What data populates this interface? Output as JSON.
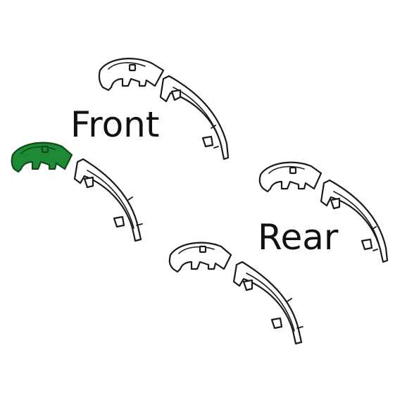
{
  "labels": {
    "front": "Front",
    "rear": "Rear"
  },
  "colors": {
    "highlight": "#1e8a35",
    "outline": "#1a1a1a",
    "background": "#ffffff"
  },
  "parts": [
    {
      "group": "front-upper",
      "piece": "corner",
      "highlighted": false
    },
    {
      "group": "front-upper",
      "piece": "side",
      "highlighted": false
    },
    {
      "group": "front-lower",
      "piece": "corner",
      "highlighted": true
    },
    {
      "group": "front-lower",
      "piece": "side",
      "highlighted": false
    },
    {
      "group": "rear-upper",
      "piece": "corner",
      "highlighted": false
    },
    {
      "group": "rear-upper",
      "piece": "side",
      "highlighted": false
    },
    {
      "group": "rear-lower",
      "piece": "corner",
      "highlighted": false
    },
    {
      "group": "rear-lower",
      "piece": "side",
      "highlighted": false
    }
  ]
}
